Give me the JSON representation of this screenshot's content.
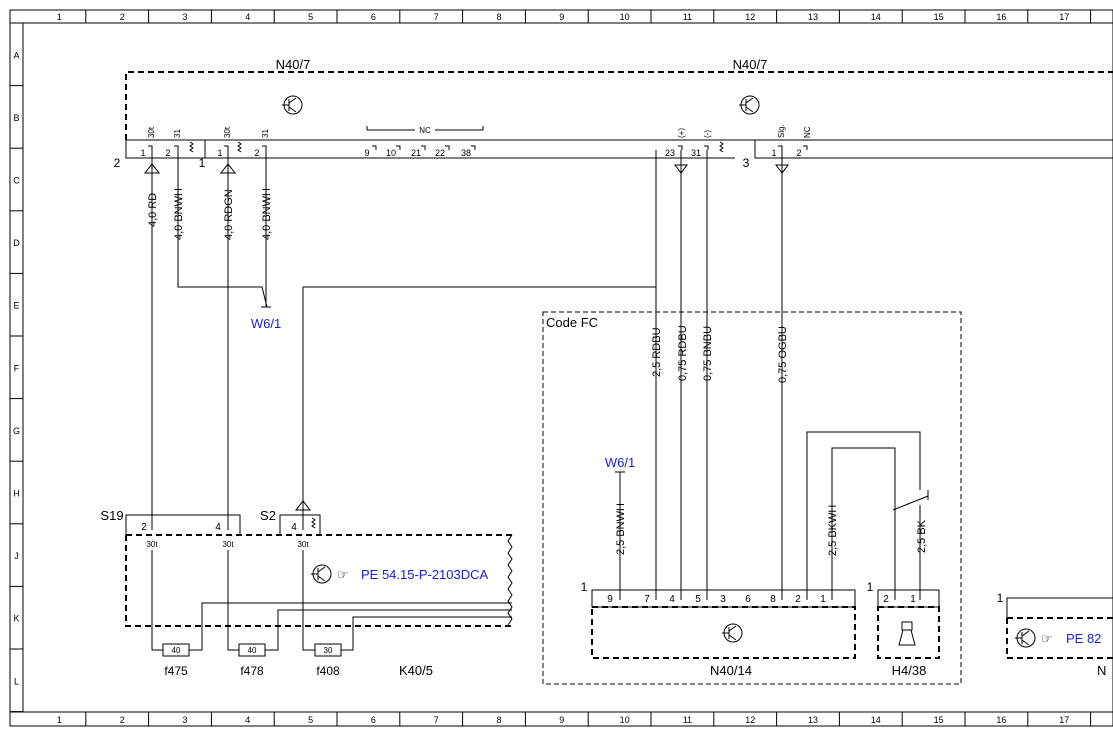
{
  "grid": {
    "columns": [
      "1",
      "2",
      "3",
      "4",
      "5",
      "6",
      "7",
      "8",
      "9",
      "10",
      "11",
      "12",
      "13",
      "14",
      "15",
      "16",
      "17"
    ],
    "rows": [
      "A",
      "B",
      "C",
      "D",
      "E",
      "F",
      "G",
      "H",
      "J",
      "K",
      "L"
    ]
  },
  "components": {
    "n40_7_left": "N40/7",
    "n40_7_right": "N40/7",
    "k40_5": "K40/5",
    "n40_14": "N40/14",
    "h4_38": "H4/38",
    "code_fc": "Code FC",
    "s19": "S19",
    "s2": "S2",
    "w6_1_top": "W6/1",
    "w6_1_mid": "W6/1",
    "pe_ref_1": "PE 54.15-P-2103DCA",
    "pe_ref_2": "PE 82",
    "n_cut": "N"
  },
  "connector_numbers": {
    "n40_7_conn_left": "2",
    "n40_7_conn_mid": "1",
    "n40_7_conn_right": "3",
    "n40_14_conn": "1",
    "h4_38_conn": "1",
    "right_conn": "1"
  },
  "n40_7_pins": {
    "block_a": [
      {
        "sig": "30t",
        "pin": "1"
      },
      {
        "sig": "31",
        "pin": "2"
      }
    ],
    "block_b": [
      {
        "sig": "30t",
        "pin": "1"
      },
      {
        "sig": "31",
        "pin": "2"
      }
    ],
    "nc_label": "NC",
    "nc_pins": [
      "9",
      "10",
      "21",
      "22",
      "38"
    ],
    "block_c": [
      {
        "sig": "(+)",
        "pin": "23"
      },
      {
        "sig": "(-)",
        "pin": "31"
      }
    ],
    "block_d": [
      {
        "sig": "Sig.",
        "pin": "1"
      },
      {
        "sig": "NC",
        "pin": "2"
      }
    ]
  },
  "wires": {
    "w1": "4,0 RD",
    "w2": "4,0 BNWH",
    "w3": "4,0 RDGN",
    "w4": "4,0 BNWH",
    "w5": "2,5 RDBU",
    "w6": "0,75 RDBU",
    "w7": "0,75 BNBU",
    "w8": "0,75 OGBU",
    "w9": "2,5 BNWH",
    "w10": "2,5 BKWH",
    "w11": "2,5 BK"
  },
  "k40_5_pins": [
    {
      "pin": "2",
      "sig": "30t"
    },
    {
      "pin": "4",
      "sig": "30t"
    },
    {
      "pin": "4",
      "sig": "30t"
    }
  ],
  "fuses": [
    {
      "name": "f475",
      "rating": "40"
    },
    {
      "name": "f478",
      "rating": "40"
    },
    {
      "name": "f408",
      "rating": "30"
    }
  ],
  "n40_14_pins": [
    "9",
    "7",
    "4",
    "5",
    "3",
    "6",
    "8",
    "2",
    "1"
  ],
  "h4_38_pins": [
    "2",
    "1"
  ]
}
